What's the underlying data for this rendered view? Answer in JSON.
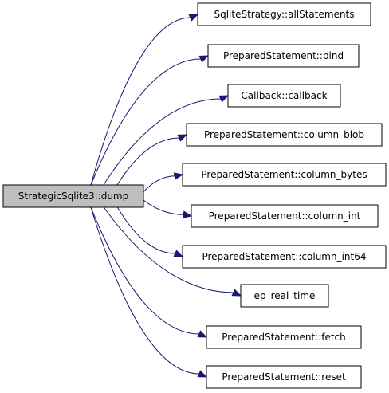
{
  "colors": {
    "source_fill": "#bfbfbf",
    "node_fill": "#ffffff",
    "edge": "#191970",
    "border": "#000000"
  },
  "graph": {
    "source": {
      "id": "dump",
      "label": "StrategicSqlite3::dump"
    },
    "targets": [
      {
        "id": "allStatements",
        "label": "SqliteStrategy::allStatements"
      },
      {
        "id": "bind",
        "label": "PreparedStatement::bind"
      },
      {
        "id": "callback",
        "label": "Callback::callback"
      },
      {
        "id": "column_blob",
        "label": "PreparedStatement::column_blob"
      },
      {
        "id": "column_bytes",
        "label": "PreparedStatement::column_bytes"
      },
      {
        "id": "column_int",
        "label": "PreparedStatement::column_int"
      },
      {
        "id": "column_int64",
        "label": "PreparedStatement::column_int64"
      },
      {
        "id": "ep_real_time",
        "label": "ep_real_time"
      },
      {
        "id": "fetch",
        "label": "PreparedStatement::fetch"
      },
      {
        "id": "reset",
        "label": "PreparedStatement::reset"
      }
    ]
  }
}
